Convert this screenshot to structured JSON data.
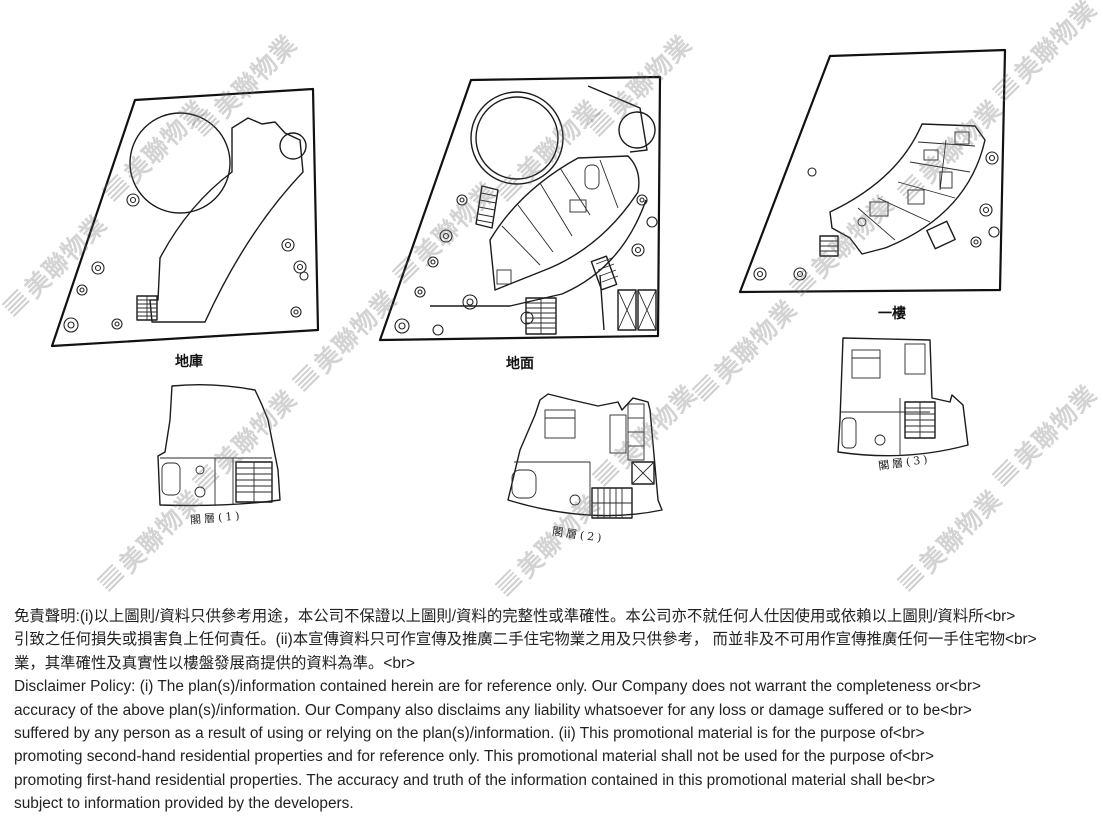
{
  "labels": {
    "basement": "地庫",
    "ground": "地面",
    "first_floor": "一樓",
    "loft1": "閣層(1)",
    "loft2": "閣層(2)",
    "loft3": "閣層(3)"
  },
  "watermark": "美聯物業",
  "disclaimer": {
    "lines": [
      "免責聲明:(i)以上圖則/資料只供參考用途，本公司不保證以上圖則/資料的完整性或準確性。本公司亦不就任何人仕因使用或依賴以上圖則/資料所<br>",
      "引致之任何損失或損害負上任何責任。(ii)本宣傳資料只可作宣傳及推廣二手住宅物業之用及只供參考， 而並非及不可用作宣傳推廣任何一手住宅物<br>",
      "業，其準確性及真實性以樓盤發展商提供的資料為準。<br>",
      "Disclaimer Policy: (i) The plan(s)/information contained herein are for reference only. Our Company does not warrant the completeness or<br>",
      "accuracy of the above plan(s)/information. Our Company also disclaims any liability whatsoever for any loss or damage suffered or to be<br>",
      "suffered by any person as a result of using or relying on the plan(s)/information. (ii) This promotional material is for the purpose of<br>",
      "promoting second-hand residential properties and for reference only. This promotional material shall not be used for the purpose of<br>",
      "promoting first-hand residential properties. The accuracy and truth of the information contained in this promotional material shall be<br>",
      "subject to information provided by the developers."
    ]
  }
}
